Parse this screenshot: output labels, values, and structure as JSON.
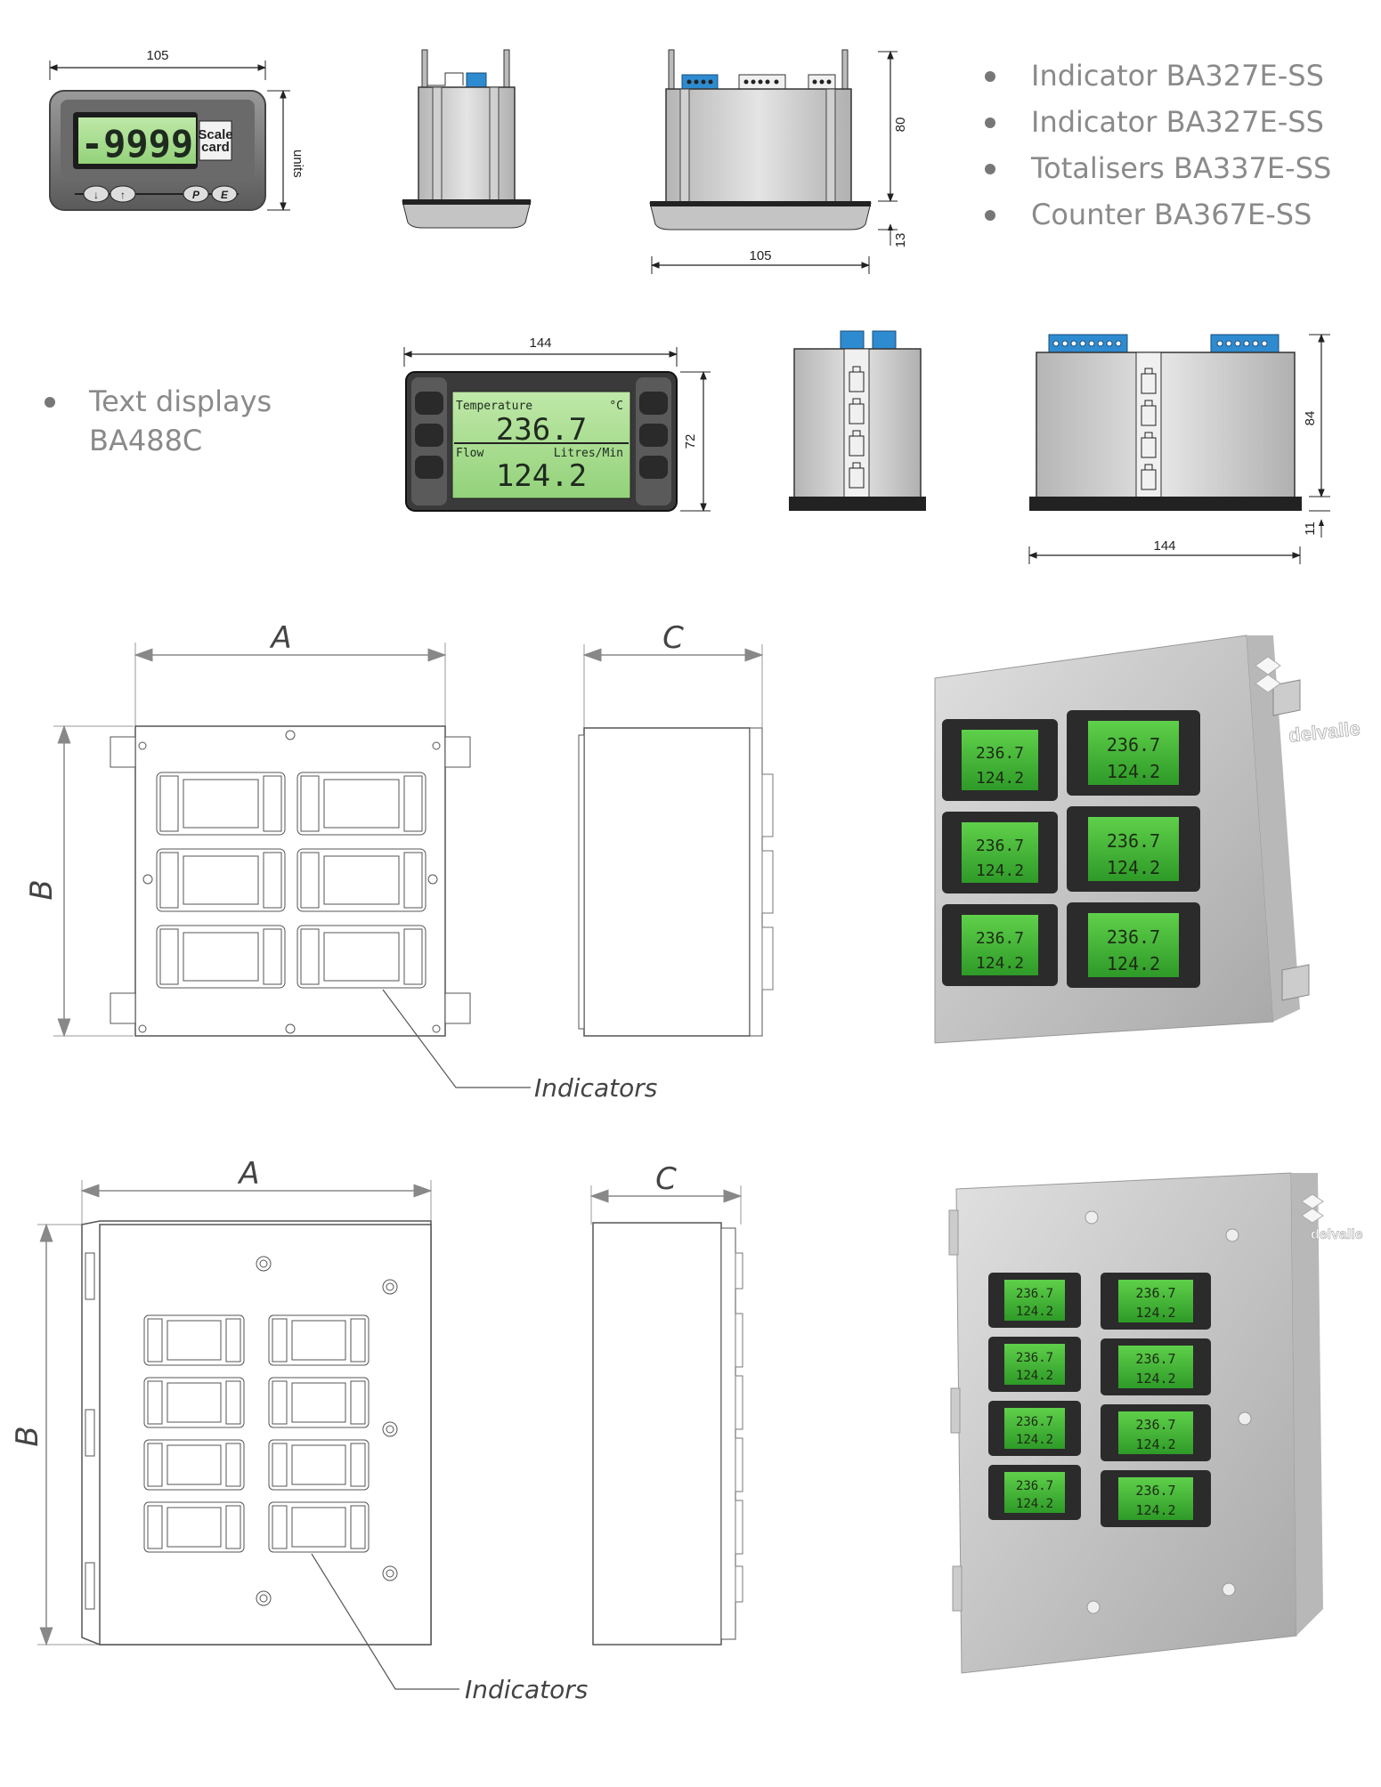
{
  "bullets_top": [
    "Indicator BA327E-SS",
    "Indicator BA327E-SS",
    "Totalisers BA337E-SS",
    "Counter BA367E-SS"
  ],
  "bullet_text_display": {
    "line1": "Text displays",
    "line2": "BA488C"
  },
  "small_indicator": {
    "display_value": "-9999",
    "scale_card_line1": "Scale",
    "scale_card_line2": "card",
    "unit_label": "units",
    "button_labels": [
      "P",
      "E"
    ],
    "dim_width": "105"
  },
  "side_view_small": {
    "dim_height": "80",
    "dim_bezel": "13",
    "dim_width": "105"
  },
  "text_display": {
    "label1": "Temperature",
    "unit1": "°C",
    "value1": "236.7",
    "label2": "Flow",
    "unit2": "Litres/Min",
    "value2": "124.2",
    "dim_width": "144",
    "dim_height": "72"
  },
  "side_view_large": {
    "dim_height": "84",
    "dim_bezel": "11",
    "dim_width": "144"
  },
  "drawing1": {
    "dim_a": "A",
    "dim_b": "B",
    "dim_c": "C",
    "callout": "Indicators"
  },
  "drawing2": {
    "dim_a": "A",
    "dim_b": "B",
    "dim_c": "C",
    "callout": "Indicators"
  },
  "enclosure_brand": "delvalle",
  "colors": {
    "lcd_green": "#8fd26a",
    "enclosure_grey": "#c8c8c8",
    "connector_blue": "#2e8bd0",
    "bezel_dark": "#3a3a3a"
  }
}
